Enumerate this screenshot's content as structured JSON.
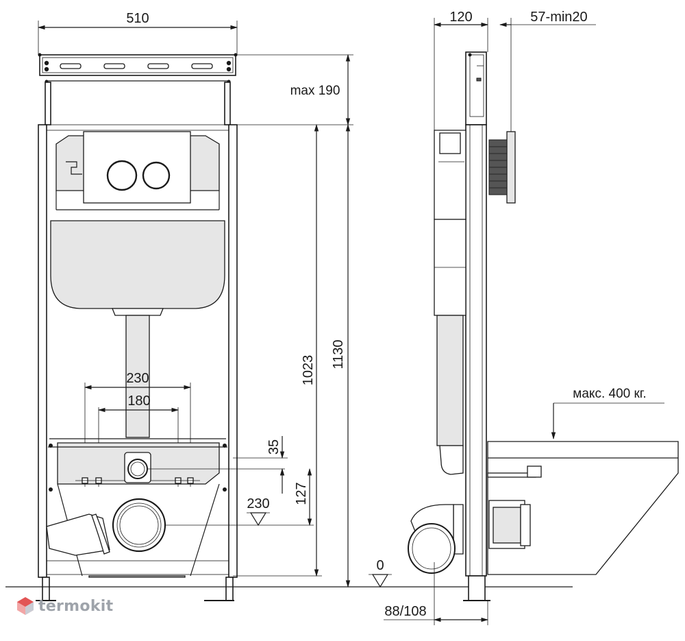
{
  "dimensions": {
    "total_width": "510",
    "frame_depth": "120",
    "wall_offset": "57-min20",
    "max_extension": "max 190",
    "height_inner": "1023",
    "height_total": "1130",
    "bolt_spacing_outer": "230",
    "bolt_spacing_inner": "180",
    "drain_offset": "35",
    "supply_height": "127",
    "drain_height": "230",
    "floor_level": "0",
    "drain_diameter": "88/108"
  },
  "annotations": {
    "max_load": "макс. 400 кг."
  },
  "brand": {
    "name": "termokit"
  },
  "colors": {
    "line": "#1a1a1a",
    "panel_fill": "#e6e6e6",
    "brand_gray": "#9ea3aa",
    "brand_red": "#e25555"
  }
}
